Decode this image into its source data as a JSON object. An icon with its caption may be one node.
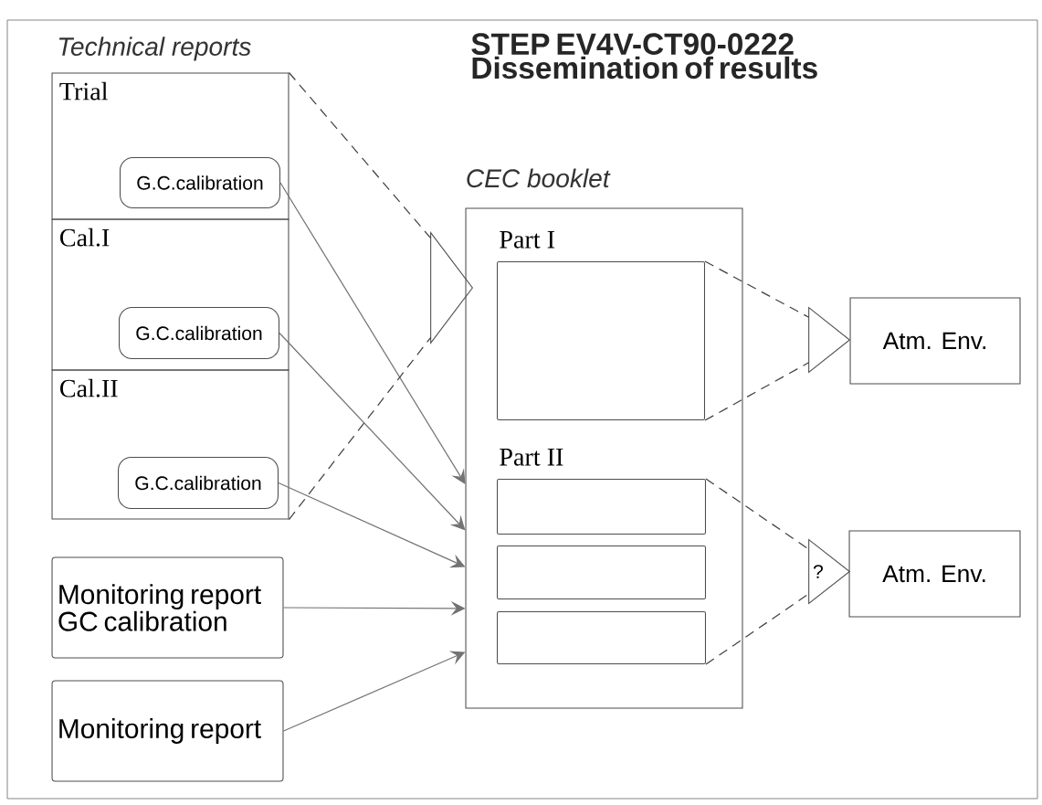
{
  "diagram": {
    "title": "STEP EV4V-CT90-0222 Dissemination of results",
    "nodes": [
      {
        "text": [
          "Trial"
        ]
      },
      {
        "text": [
          "G.C.calibration"
        ],
        "in": 0
      },
      {
        "text": [
          "Cal.I"
        ]
      },
      {
        "text": [
          "G.C.calibration"
        ],
        "in": 2
      },
      {
        "text": [
          "Cal.II"
        ]
      },
      {
        "text": [
          "G.C.calibration"
        ],
        "in": 4
      },
      {
        "text": [
          "Monitoring report GC calibration"
        ]
      },
      {
        "text": [
          "Monitoring report"
        ]
      },
      {
        "text": [
          "CEC booklet"
        ]
      },
      {
        "text": [
          "Part I"
        ],
        "in": 8
      },
      {
        "text": [
          "Part II"
        ],
        "in": 8
      },
      {
        "text": [],
        "shape": "box",
        "in": 8
      },
      {
        "text": [],
        "shape": "box",
        "in": 8
      },
      {
        "text": [],
        "shape": "triangle"
      },
      {
        "text": [],
        "shape": "triangle"
      },
      {
        "text": [
          "Atm. Env."
        ]
      },
      {
        "text": [
          "?"
        ]
      },
      {
        "text": [
          "Atm. Env."
        ]
      }
    ],
    "edges": [
      {
        "from": 1,
        "to": 8,
        "arrow": "to"
      },
      {
        "from": 3,
        "to": 8,
        "arrow": "to"
      },
      {
        "from": 5,
        "to": 8,
        "arrow": "to"
      },
      {
        "from": 6,
        "to": 8,
        "arrow": "to"
      },
      {
        "from": 7,
        "to": 8,
        "arrow": "to"
      },
      {
        "from": 0,
        "to": 13,
        "arrow": "none",
        "style": "dashed"
      },
      {
        "from": 4,
        "to": 13,
        "arrow": "none",
        "style": "dashed"
      },
      {
        "from": 9,
        "to": 14,
        "arrow": "none",
        "style": "dashed"
      },
      {
        "from": 9,
        "to": 14,
        "arrow": "none",
        "style": "dashed"
      },
      {
        "from": 10,
        "to": 16,
        "arrow": "none",
        "style": "dashed"
      },
      {
        "from": 12,
        "to": 16,
        "arrow": "none",
        "style": "dashed"
      }
    ],
    "labels": [
      "Technical reports"
    ]
  }
}
